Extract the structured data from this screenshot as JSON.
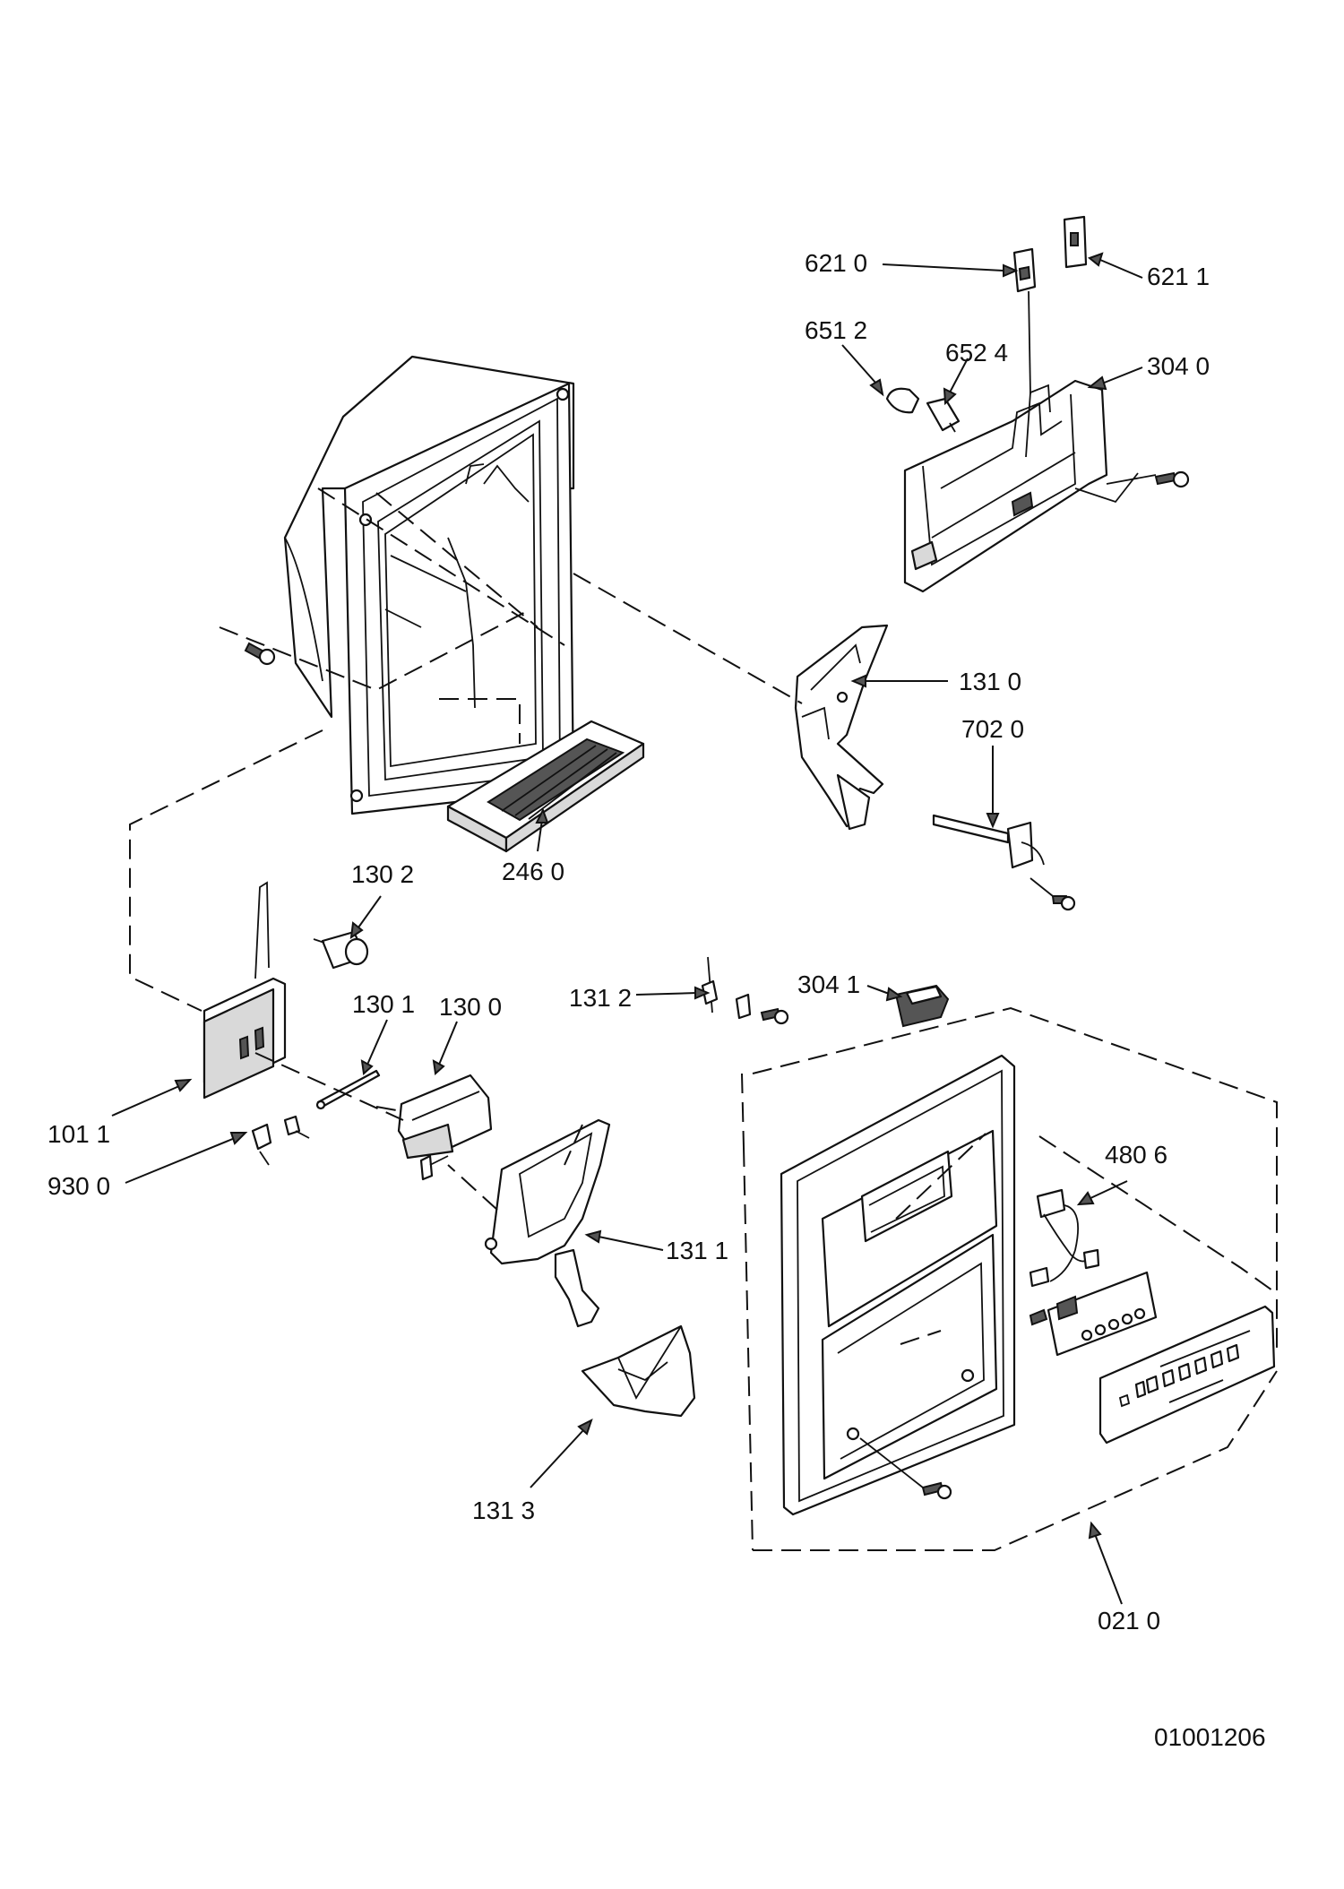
{
  "diagram": {
    "parts": [
      {
        "id": "p6210",
        "label": "621 0"
      },
      {
        "id": "p6211",
        "label": "621 1"
      },
      {
        "id": "p6512",
        "label": "651 2"
      },
      {
        "id": "p6524",
        "label": "652 4"
      },
      {
        "id": "p3040",
        "label": "304 0"
      },
      {
        "id": "p1310",
        "label": "131 0"
      },
      {
        "id": "p7020",
        "label": "702 0"
      },
      {
        "id": "p1302",
        "label": "130 2"
      },
      {
        "id": "p2460",
        "label": "246 0"
      },
      {
        "id": "p1312",
        "label": "131 2"
      },
      {
        "id": "p3041",
        "label": "304 1"
      },
      {
        "id": "p1301",
        "label": "130 1"
      },
      {
        "id": "p1300",
        "label": "130 0"
      },
      {
        "id": "p1011",
        "label": "101 1"
      },
      {
        "id": "p4806",
        "label": "480 6"
      },
      {
        "id": "p9300",
        "label": "930 0"
      },
      {
        "id": "p1311",
        "label": "131 1"
      },
      {
        "id": "p1313",
        "label": "131 3"
      },
      {
        "id": "p0210",
        "label": "021 0"
      }
    ],
    "drawing_code": "01001206"
  }
}
